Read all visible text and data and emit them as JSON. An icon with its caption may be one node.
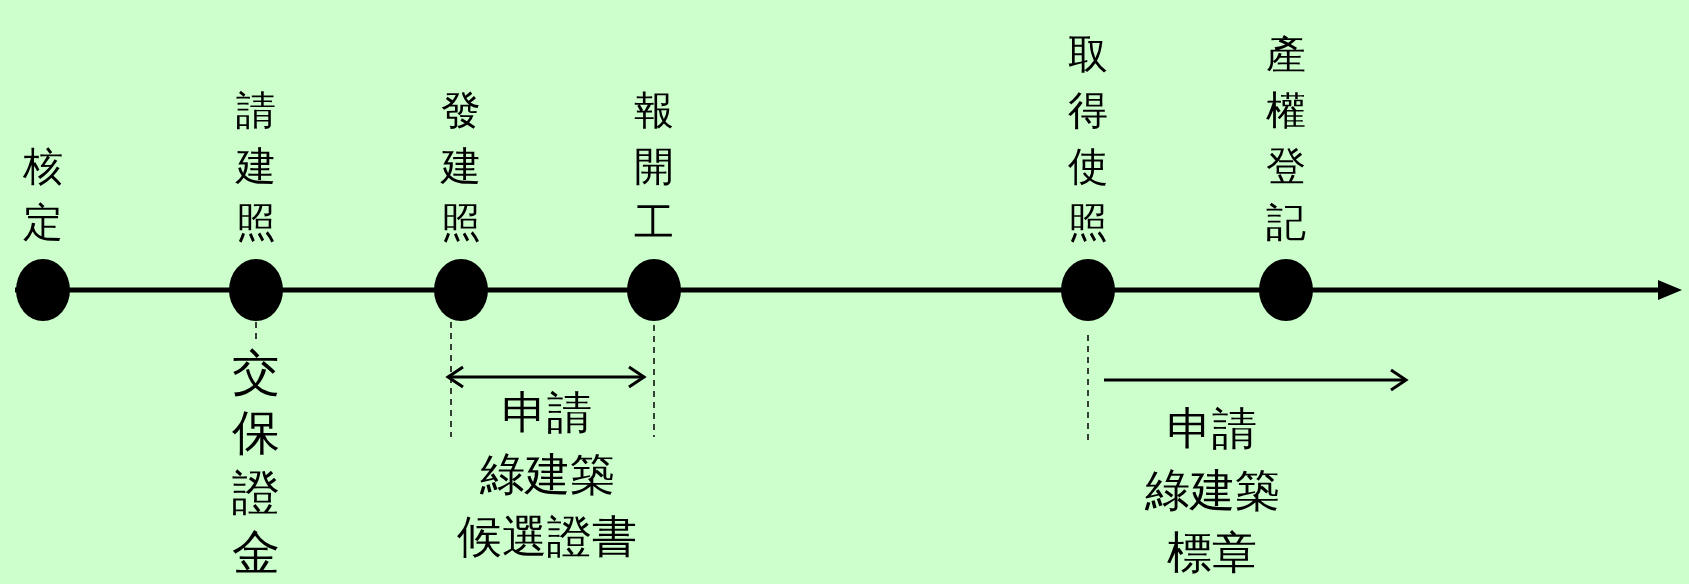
{
  "diagram": {
    "nodes": [
      {
        "text": [],
        "shape": "circle",
        "beside": [
          "核定"
        ]
      },
      {
        "text": [],
        "shape": "circle",
        "beside": [
          "請建照",
          "交保證金"
        ]
      },
      {
        "text": [],
        "shape": "circle",
        "beside": [
          "發建照"
        ]
      },
      {
        "text": [],
        "shape": "circle",
        "beside": [
          "報開工"
        ]
      },
      {
        "text": [],
        "shape": "circle",
        "beside": [
          "取得使照"
        ]
      },
      {
        "text": [],
        "shape": "circle",
        "beside": [
          "產權登記"
        ]
      }
    ],
    "labels": [
      "申請綠建築候選證書",
      "申請綠建築標章"
    ]
  }
}
